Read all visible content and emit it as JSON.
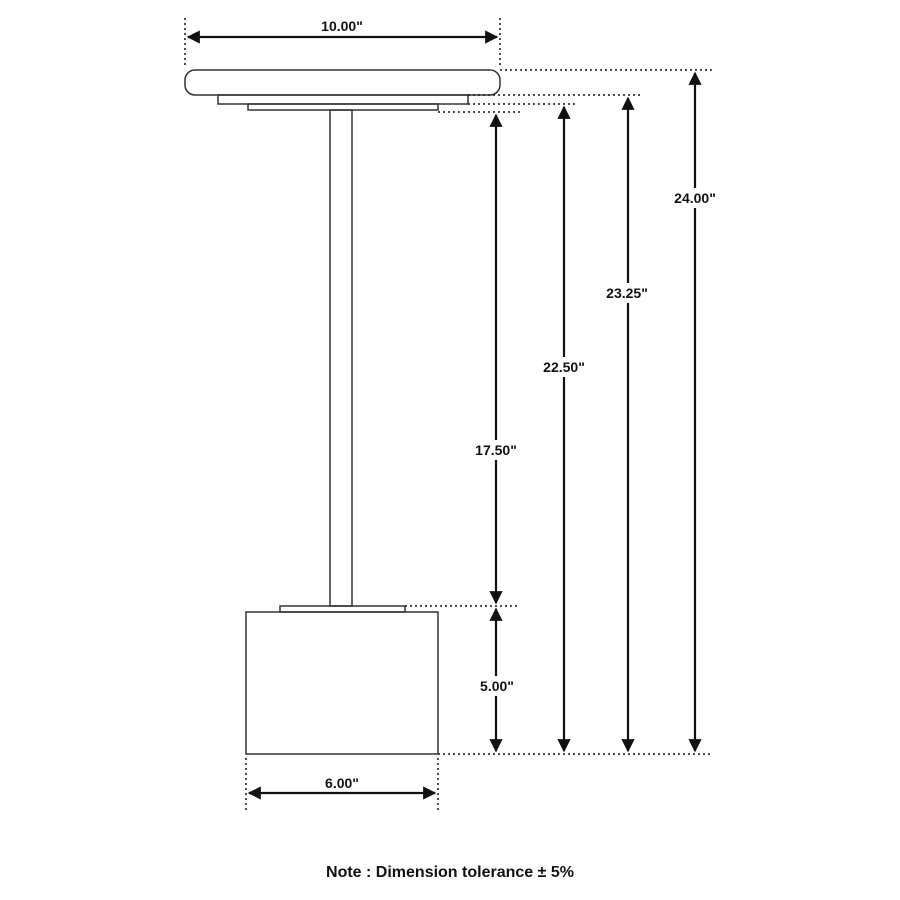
{
  "diagram": {
    "dimensions": {
      "top_width": "10.00\"",
      "overall_height": "24.00\"",
      "height_to_top_underside": "23.25\"",
      "height_to_collar": "22.50\"",
      "pole_height": "17.50\"",
      "base_height": "5.00\"",
      "base_width": "6.00\""
    },
    "note": "Note : Dimension tolerance ± 5%",
    "colors": {
      "line": "#111111",
      "outline": "#333333",
      "background": "#ffffff"
    }
  }
}
